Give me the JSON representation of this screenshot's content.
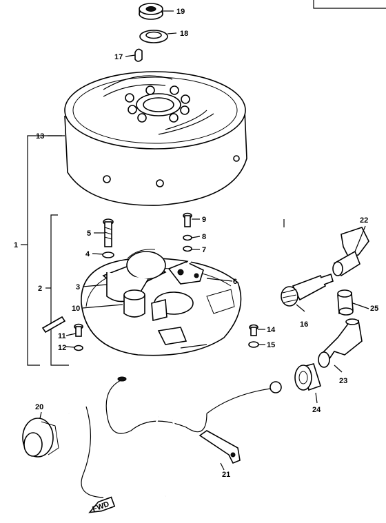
{
  "diagram": {
    "labels": {
      "p1": "1",
      "p2": "2",
      "p3": "3",
      "p4": "4",
      "p5": "5",
      "p6": "6",
      "p7": "7",
      "p8": "8",
      "p9": "9",
      "p10": "10",
      "p11": "11",
      "p12": "12",
      "p13": "13",
      "p14": "14",
      "p15": "15",
      "p16": "16",
      "p17": "17",
      "p18": "18",
      "p19": "19",
      "p20": "20",
      "p21": "21",
      "p22": "22",
      "p23": "23",
      "p24": "24",
      "p25": "25"
    },
    "arrow_text": "FWD"
  }
}
